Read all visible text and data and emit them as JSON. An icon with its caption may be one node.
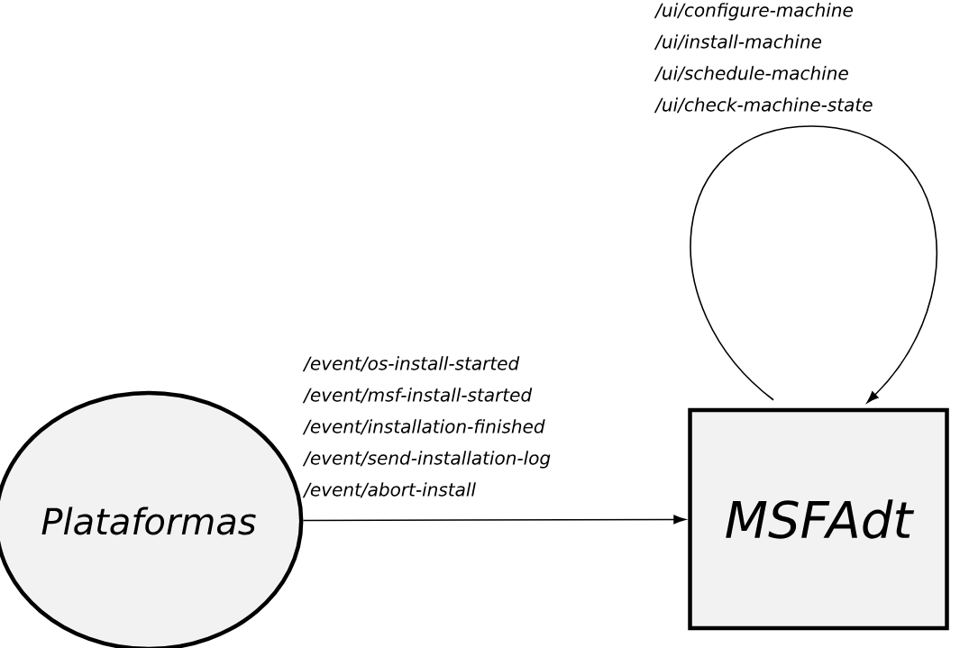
{
  "diagram": {
    "nodes": [
      {
        "text": [
          "Plataformas"
        ]
      },
      {
        "text": [
          "MSFAdt"
        ]
      }
    ],
    "edges": [
      {
        "from": 0,
        "to": 1,
        "arrow": "to",
        "label": "/event/os-install-started /event/msf-install-started /event/installation-finished /event/send-installation-log /event/abort-install"
      },
      {
        "from": 1,
        "to": 1,
        "arrow": "to",
        "label": "/ui/configure-machine /ui/install-machine /ui/schedule-machine /ui/check-machine-state"
      }
    ]
  }
}
